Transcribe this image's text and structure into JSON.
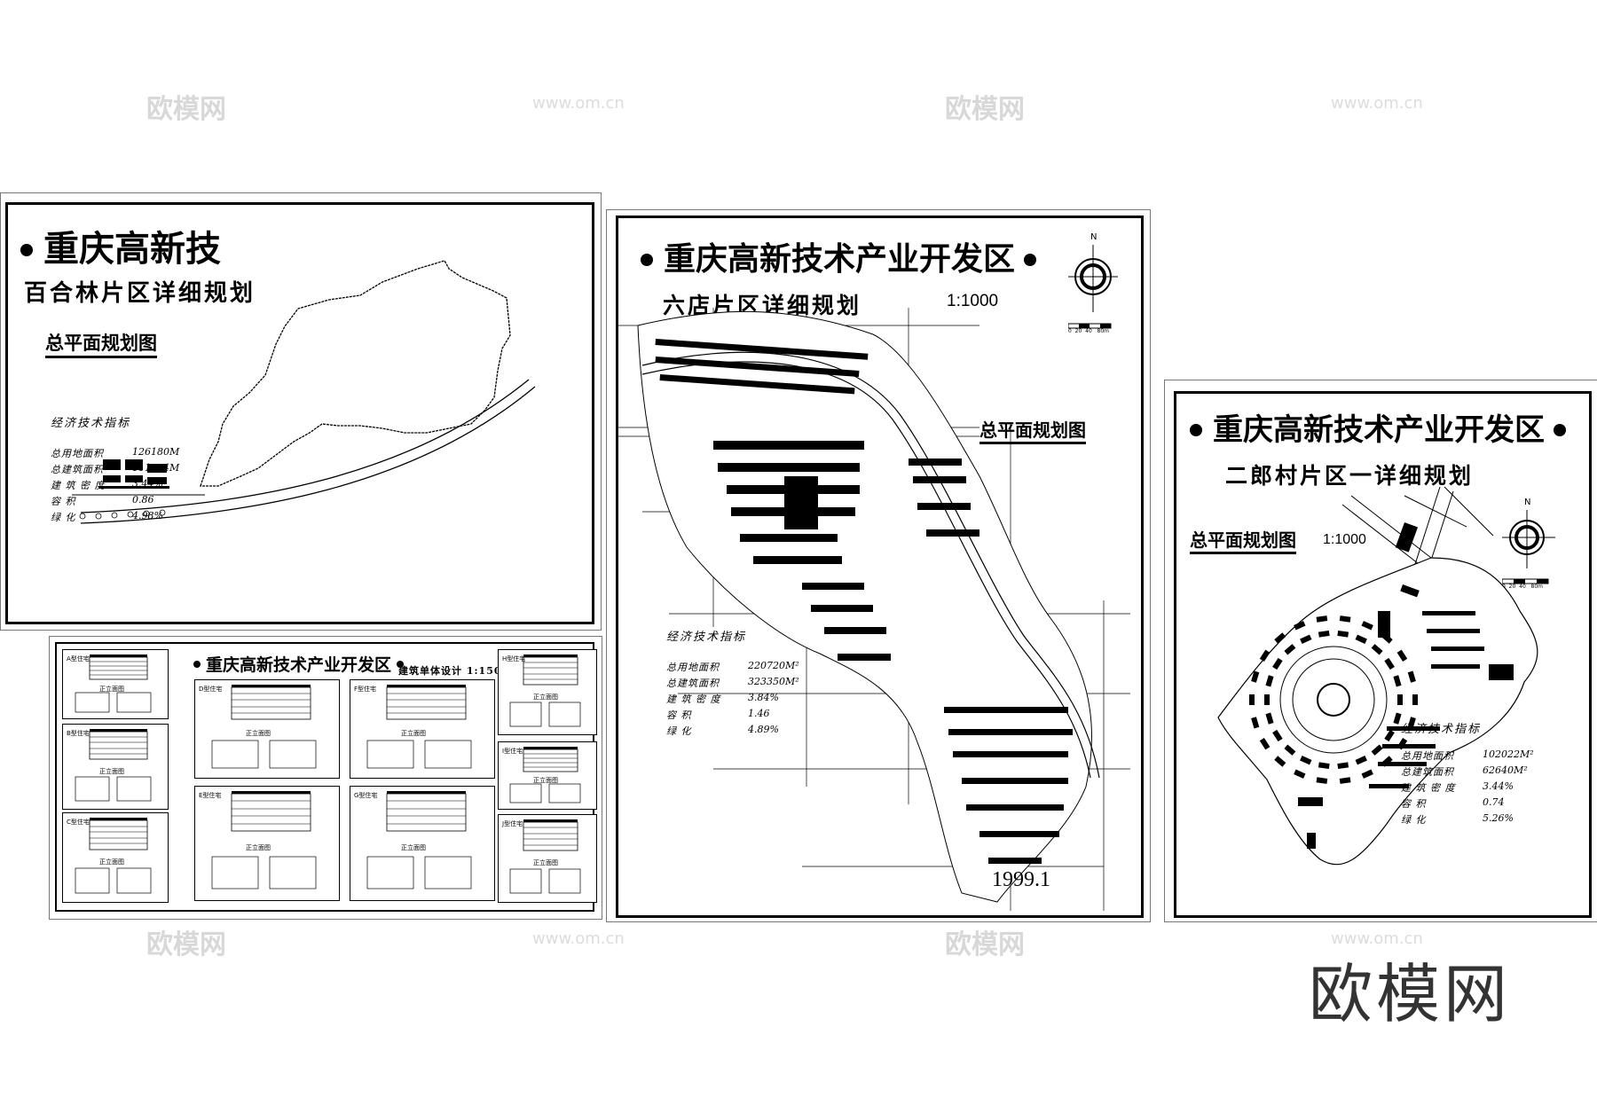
{
  "watermarks": {
    "logo": "欧模网",
    "url": "www.om.cn"
  },
  "brand": "欧模网",
  "sheet1": {
    "title": "重庆高新技",
    "subtitle": "百合林片区详细规划",
    "label": "总平面规划图",
    "stats_title": "经济技术指标",
    "stats": [
      {
        "k": "总用地面积",
        "v": "126180M"
      },
      {
        "k": "总建筑面积",
        "v": "111004M"
      },
      {
        "k": "建 筑 密 度",
        "v": "3.44%"
      },
      {
        "k": "容     积",
        "v": "0.86"
      },
      {
        "k": "绿     化",
        "v": "4.98%"
      }
    ]
  },
  "sheet2": {
    "title": "重庆高新技术产业开发区",
    "subtitle": "建筑单体设计 1:150",
    "panels": [
      {
        "label": "A型住宅",
        "caption": "正立面图"
      },
      {
        "label": "B型住宅",
        "caption": "正立面图"
      },
      {
        "label": "C型住宅",
        "caption": "正立面图"
      },
      {
        "label": "D型住宅",
        "caption": "正立面图"
      },
      {
        "label": "E型住宅",
        "caption": "正立面图"
      },
      {
        "label": "F型住宅",
        "caption": "正立面图"
      },
      {
        "label": "G型住宅",
        "caption": "正立面图"
      },
      {
        "label": "H型住宅",
        "caption": "正立面图"
      },
      {
        "label": "I型住宅",
        "caption": "正立面图"
      },
      {
        "label": "J型住宅",
        "caption": "正立面图"
      }
    ]
  },
  "sheet3": {
    "title": "重庆高新技术产业开发区",
    "subtitle": "六店片区详细规划",
    "scale": "1:1000",
    "label": "总平面规划图",
    "north": "N",
    "scalebar": [
      "0",
      "20",
      "40",
      "80m"
    ],
    "stats_title": "经济技术指标",
    "stats": [
      {
        "k": "总用地面积",
        "v": "220720M²"
      },
      {
        "k": "总建筑面积",
        "v": "323350M²"
      },
      {
        "k": "建 筑 密 度",
        "v": "3.84%"
      },
      {
        "k": "容     积",
        "v": "1.46"
      },
      {
        "k": "绿     化",
        "v": "4.89%"
      }
    ],
    "date": "1999.1"
  },
  "sheet4": {
    "title": "重庆高新技术产业开发区",
    "subtitle": "二郎村片区一详细规划",
    "label": "总平面规划图",
    "scale": "1:1000",
    "north": "N",
    "scalebar": [
      "0",
      "20",
      "40",
      "80m"
    ],
    "stats_title": "经济技术指标",
    "stats": [
      {
        "k": "总用地面积",
        "v": "102022M²"
      },
      {
        "k": "总建筑面积",
        "v": "62640M²"
      },
      {
        "k": "建 筑 密 度",
        "v": "3.44%"
      },
      {
        "k": "容     积",
        "v": "0.74"
      },
      {
        "k": "绿     化",
        "v": "5.26%"
      }
    ]
  }
}
